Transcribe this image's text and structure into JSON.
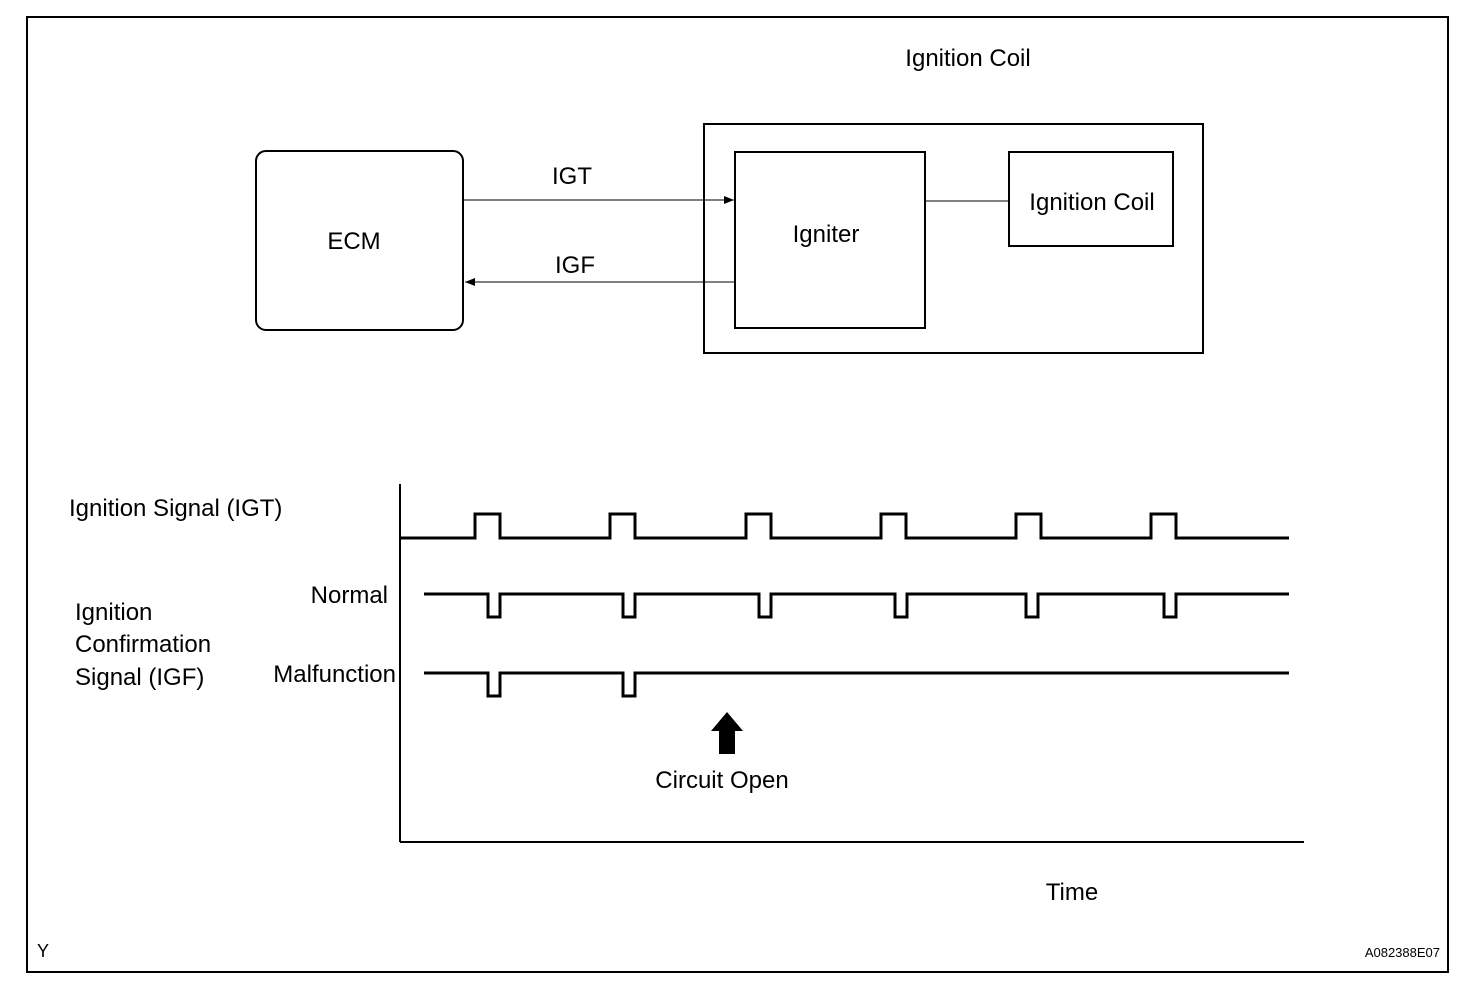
{
  "block_diagram": {
    "outer_title": "Ignition Coil",
    "ecm_label": "ECM",
    "igniter_label": "Igniter",
    "coil_label": "Ignition Coil",
    "igt_label": "IGT",
    "igf_label": "IGF"
  },
  "timing": {
    "igt_label": "Ignition Signal (IGT)",
    "igf_label_line1": "Ignition",
    "igf_label_line2": "Confirmation",
    "igf_label_line3": "Signal (IGF)",
    "normal_label": "Normal",
    "malfunction_label": "Malfunction",
    "circuit_open_label": "Circuit Open",
    "time_label": "Time"
  },
  "footer": {
    "left_code": "Y",
    "right_code": "A082388E07"
  }
}
